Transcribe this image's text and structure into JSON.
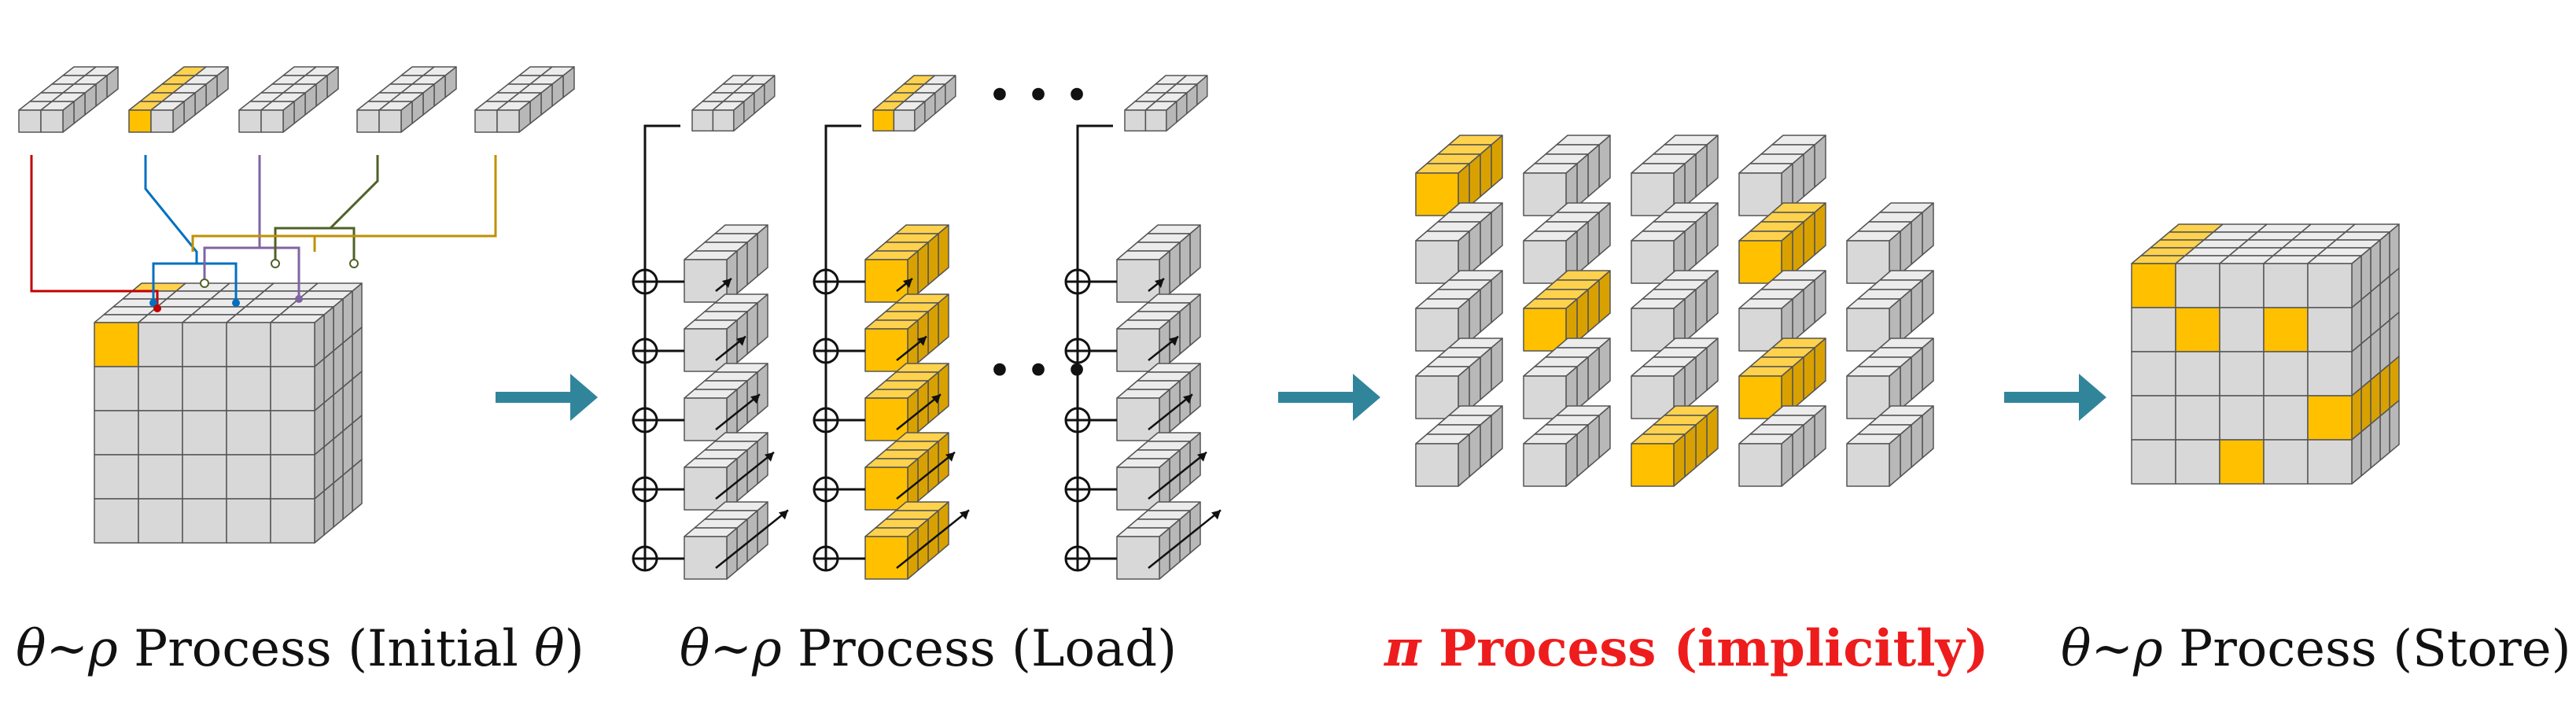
{
  "captions": {
    "initial": {
      "symbol": "θ∼ρ",
      "word": "Process",
      "paren_open": "(Initial ",
      "paren_symbol": "θ",
      "paren_close": ")"
    },
    "load": {
      "symbol": "θ∼ρ",
      "rest": "Process (Load)"
    },
    "permute": {
      "symbol": "π",
      "rest": "Process (implicitly)"
    },
    "store": {
      "symbol": "θ∼ρ",
      "rest": "Process (Store)"
    }
  },
  "ellipsis": "• • •",
  "xor_symbol": "⊕",
  "colors": {
    "cube_face": "#d8d8d8",
    "cube_top": "#ececec",
    "cube_side": "#b8b8b8",
    "highlight_face": "#ffc000",
    "highlight_top": "#ffd24d",
    "highlight_side": "#d9a100",
    "arrow": "#31859b",
    "caption_red": "#ee1c1c",
    "wire_red": "#c00000",
    "wire_blue": "#0070c0",
    "wire_purple": "#8064a2",
    "wire_olive": "#4f6228",
    "wire_gold": "#c09000"
  }
}
